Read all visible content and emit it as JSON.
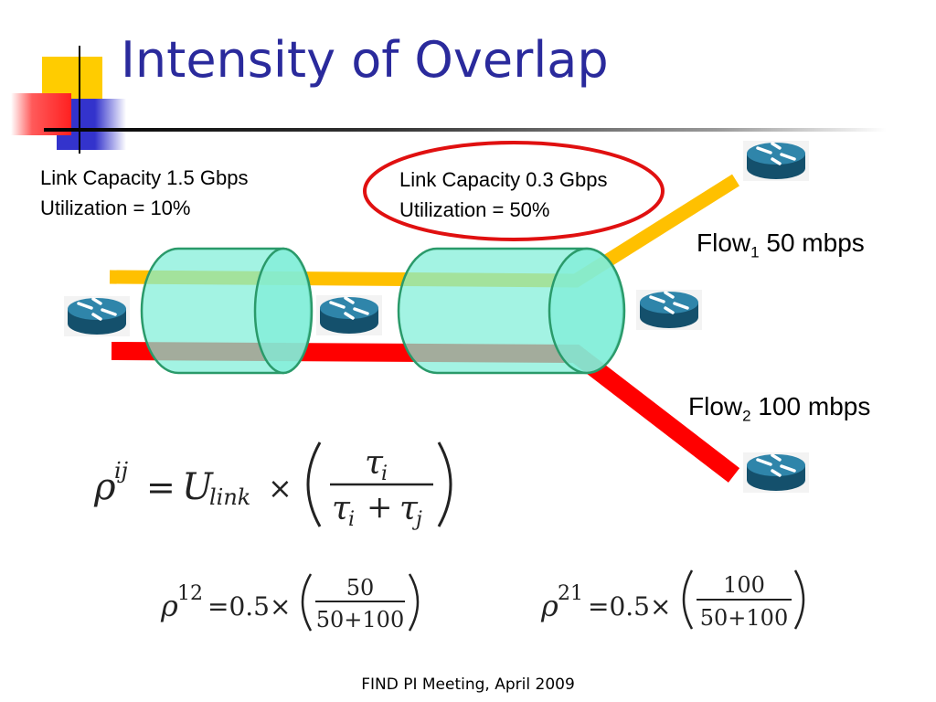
{
  "title": "Intensity of Overlap",
  "link1": {
    "capacity": "Link Capacity 1.5 Gbps",
    "utilization": "Utilization = 10%"
  },
  "link2": {
    "capacity": "Link Capacity 0.3 Gbps",
    "utilization": "Utilization = 50%"
  },
  "flow1": {
    "name": "Flow",
    "index": "1",
    "rate": "50 mbps"
  },
  "flow2": {
    "name": "Flow",
    "index": "2",
    "rate": "100 mbps"
  },
  "formula_general": {
    "rho": "ρ",
    "sup": "ij",
    "eq": "=",
    "U": "U",
    "sub": "link",
    "times": "×",
    "num": "τ",
    "num_sub": "i",
    "den1": "τ",
    "den1_sub": "i",
    "plus": "+",
    "den2": "τ",
    "den2_sub": "j"
  },
  "formula_12": {
    "rho": "ρ",
    "sup": "12",
    "rhs": "=0.5×",
    "num": "50",
    "den": "50+100"
  },
  "formula_21": {
    "rho": "ρ",
    "sup": "21",
    "rhs": "=0.5×",
    "num": "100",
    "den": "50+100"
  },
  "footer": "FIND PI Meeting, April 2009",
  "colors": {
    "title": "#2a2a9c",
    "flow1": "#ffc000",
    "flow2": "#ff0000",
    "tube": "#80eed8",
    "tube_stroke": "#2a9a6a",
    "router": "#1e6a8c",
    "highlight_ellipse": "#e01010"
  },
  "icons": [
    "router-icon"
  ]
}
